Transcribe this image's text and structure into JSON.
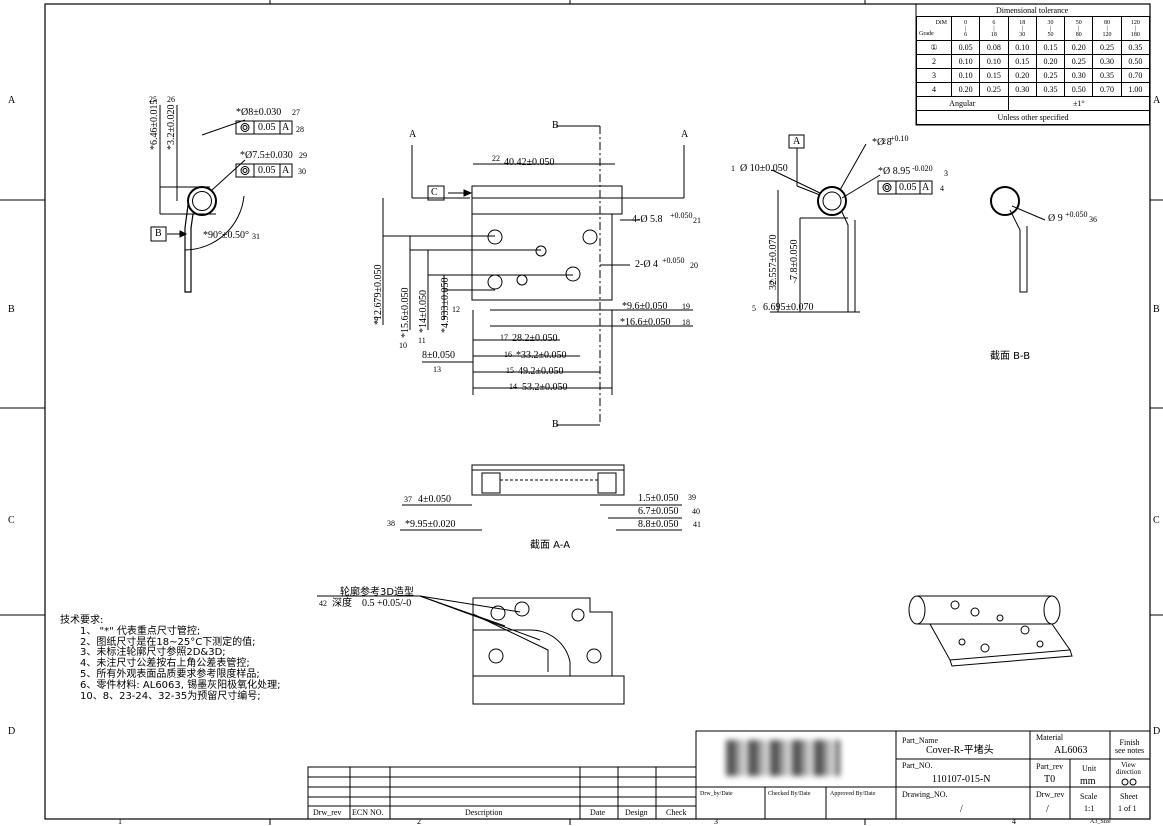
{
  "zones": {
    "rows": [
      "A",
      "B",
      "C",
      "D"
    ],
    "cols": [
      "1",
      "2",
      "3",
      "4"
    ]
  },
  "tolerance_table": {
    "title": "Dimensional tolerance",
    "dim_label": "DiM",
    "grade_label": "Grade",
    "ranges": [
      "0\n|\n6",
      "6\n|\n18",
      "18\n|\n30",
      "30\n|\n50",
      "50\n|\n80",
      "80\n|\n120",
      "120\n|\n180"
    ],
    "rows": [
      {
        "grade": "①",
        "values": [
          "0.05",
          "0.08",
          "0.10",
          "0.15",
          "0.20",
          "0.25",
          "0.35"
        ]
      },
      {
        "grade": "2",
        "values": [
          "0.10",
          "0.10",
          "0.15",
          "0.20",
          "0.25",
          "0.30",
          "0.50"
        ]
      },
      {
        "grade": "3",
        "values": [
          "0.10",
          "0.15",
          "0.20",
          "0.25",
          "0.30",
          "0.35",
          "0.70"
        ]
      },
      {
        "grade": "4",
        "values": [
          "0.20",
          "0.25",
          "0.30",
          "0.35",
          "0.50",
          "0.70",
          "1.00"
        ]
      }
    ],
    "angular_label": "Angular",
    "angular_value": "±1°",
    "footer": "Unless other specified"
  },
  "left_view": {
    "dims": [
      "*6.46±0.015",
      "*3.2±0.020",
      "*Ø8±0.030",
      "0.05",
      "A",
      "*Ø7.5±0.030",
      "0.05",
      "A",
      "*90°±0.50°"
    ],
    "balloons": [
      "25",
      "26",
      "27",
      "28",
      "29",
      "30",
      "31"
    ],
    "datum": "B"
  },
  "main_view": {
    "datum": "C",
    "cut_a": "A",
    "cut_b": "B",
    "dims": [
      "40.42±0.050",
      "4-Ø 5.8",
      "2-Ø 4",
      "*12.679±0.050",
      "*15.6±0.050",
      "*14±0.050",
      "*4.933±0.050",
      "*9.6±0.050",
      "*16.6±0.050",
      "28.2±0.050",
      "*33.2±0.050",
      "49.2±0.050",
      "8±0.050",
      "53.2±0.050"
    ],
    "tol_050": "+0.050",
    "tol_0": "0",
    "balloons": [
      "22",
      "21",
      "20",
      "9",
      "11",
      "10",
      "12",
      "19",
      "18",
      "17",
      "16",
      "15",
      "13",
      "14"
    ]
  },
  "right_view": {
    "datum": "A",
    "dims": [
      "Ø 10±0.050",
      "*Ø 8",
      "*Ø 8.95",
      "0.05",
      "A",
      "32.557±0.070",
      "7.8±0.050",
      "6.695±0.070"
    ],
    "tol_p10": "+0.10",
    "tol_0": "0",
    "tol_m020": "-0.020",
    "balloons": [
      "1",
      "2",
      "3",
      "4",
      "6",
      "7",
      "5"
    ]
  },
  "section_b": {
    "dim": "Ø 9",
    "tol": "+0.050",
    "tol0": "0",
    "balloon": "36",
    "caption": "截面 B-B"
  },
  "section_a": {
    "dims": [
      "4±0.050",
      "*9.95±0.020",
      "1.5±0.050",
      "6.7±0.050",
      "8.8±0.050"
    ],
    "balloons": [
      "37",
      "38",
      "39",
      "40",
      "41"
    ],
    "caption": "截面 A-A"
  },
  "bottom_view": {
    "label1": "轮廓参考3D造型",
    "label2": "深度",
    "depth": "0.5 +0.05/-0",
    "balloon": "42"
  },
  "notes": [
    "技术要求:",
    "1、 \"*\" 代表重点尺寸管控;",
    "2、图纸尺寸是在18~25°C下测定的值;",
    "3、未标注轮廓尺寸参照2D&3D;",
    "4、未注尺寸公差按右上角公差表管控;",
    "5、所有外观表面品质要求参考限度样品;",
    "6、零件材料: AL6063, 锡墨灰阳极氧化处理;",
    "10、8、23-24、32-35为预留尺寸编号;"
  ],
  "revision": {
    "headers": [
      "Drw_rev",
      "ECN NO.",
      "Description",
      "Date",
      "Design",
      "Check"
    ]
  },
  "title_block": {
    "drawn_by": "Drw_by/Date",
    "checked_by": "Checked By/Date",
    "approved_by": "Approved By/Date",
    "part_name_label": "Part_Name",
    "part_name": "Cover-R-平堵头",
    "material_label": "Material",
    "material": "AL6063",
    "finish": "Finish\nsee notes",
    "part_no_label": "Part_NO.",
    "part_no": "110107-015-N",
    "part_rev_label": "Part_rev",
    "part_rev": "T0",
    "unit_label": "Unit",
    "unit": "mm",
    "view_dir": "View\ndirection",
    "drawing_no_label": "Drawing_NO.",
    "drawing_no": "/",
    "drw_rev_label": "Drw_rev",
    "drw_rev": "/",
    "scale_label": "Scale",
    "scale": "1:1",
    "sheet_label": "Sheet",
    "sheet": "1 of 1",
    "size": "A3_Size"
  }
}
